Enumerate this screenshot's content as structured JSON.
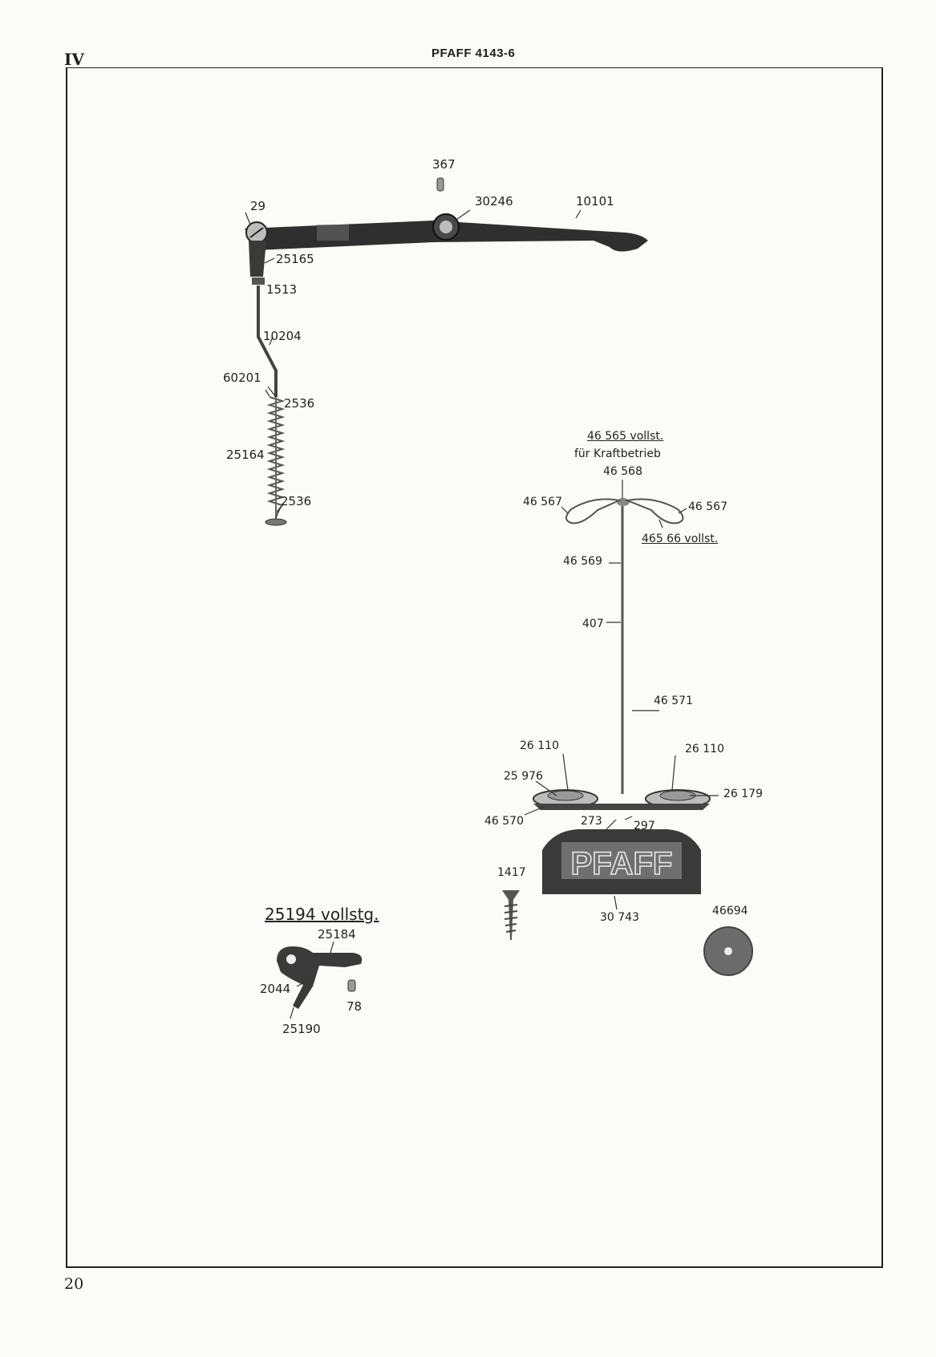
{
  "page": {
    "section": "IV",
    "header": "PFAFF 4143-6",
    "page_number": "20"
  },
  "labels": {
    "p367": "367",
    "p29": "29",
    "p30246": "30246",
    "p10101": "10101",
    "p25165": "25165",
    "p1513": "1513",
    "p10204": "10204",
    "p60201": "60201",
    "p2536a": "2536",
    "p25164": "25164",
    "p2536b": "2536",
    "p46565": "46 565  vollst.",
    "kraft": "für Kraftbetrieb",
    "p46568": "46 568",
    "p46567a": "46 567",
    "p46567b": "46 567",
    "p46566": "465 66  vollst.",
    "p46569": "46 569",
    "p407": "407",
    "p46571": "46 571",
    "p26110a": "26 110",
    "p26110b": "26 110",
    "p25976": "25 976",
    "p26179": "26 179",
    "p46570": "46 570",
    "p273": "273",
    "p297": "297",
    "p1417": "1417",
    "p30743": "30 743",
    "p46694": "46694",
    "p25194": "25194  vollstg.",
    "p25184": "25184",
    "p2044": "2044",
    "p78": "78",
    "p25190": "25190",
    "logo": "PFAFF"
  }
}
